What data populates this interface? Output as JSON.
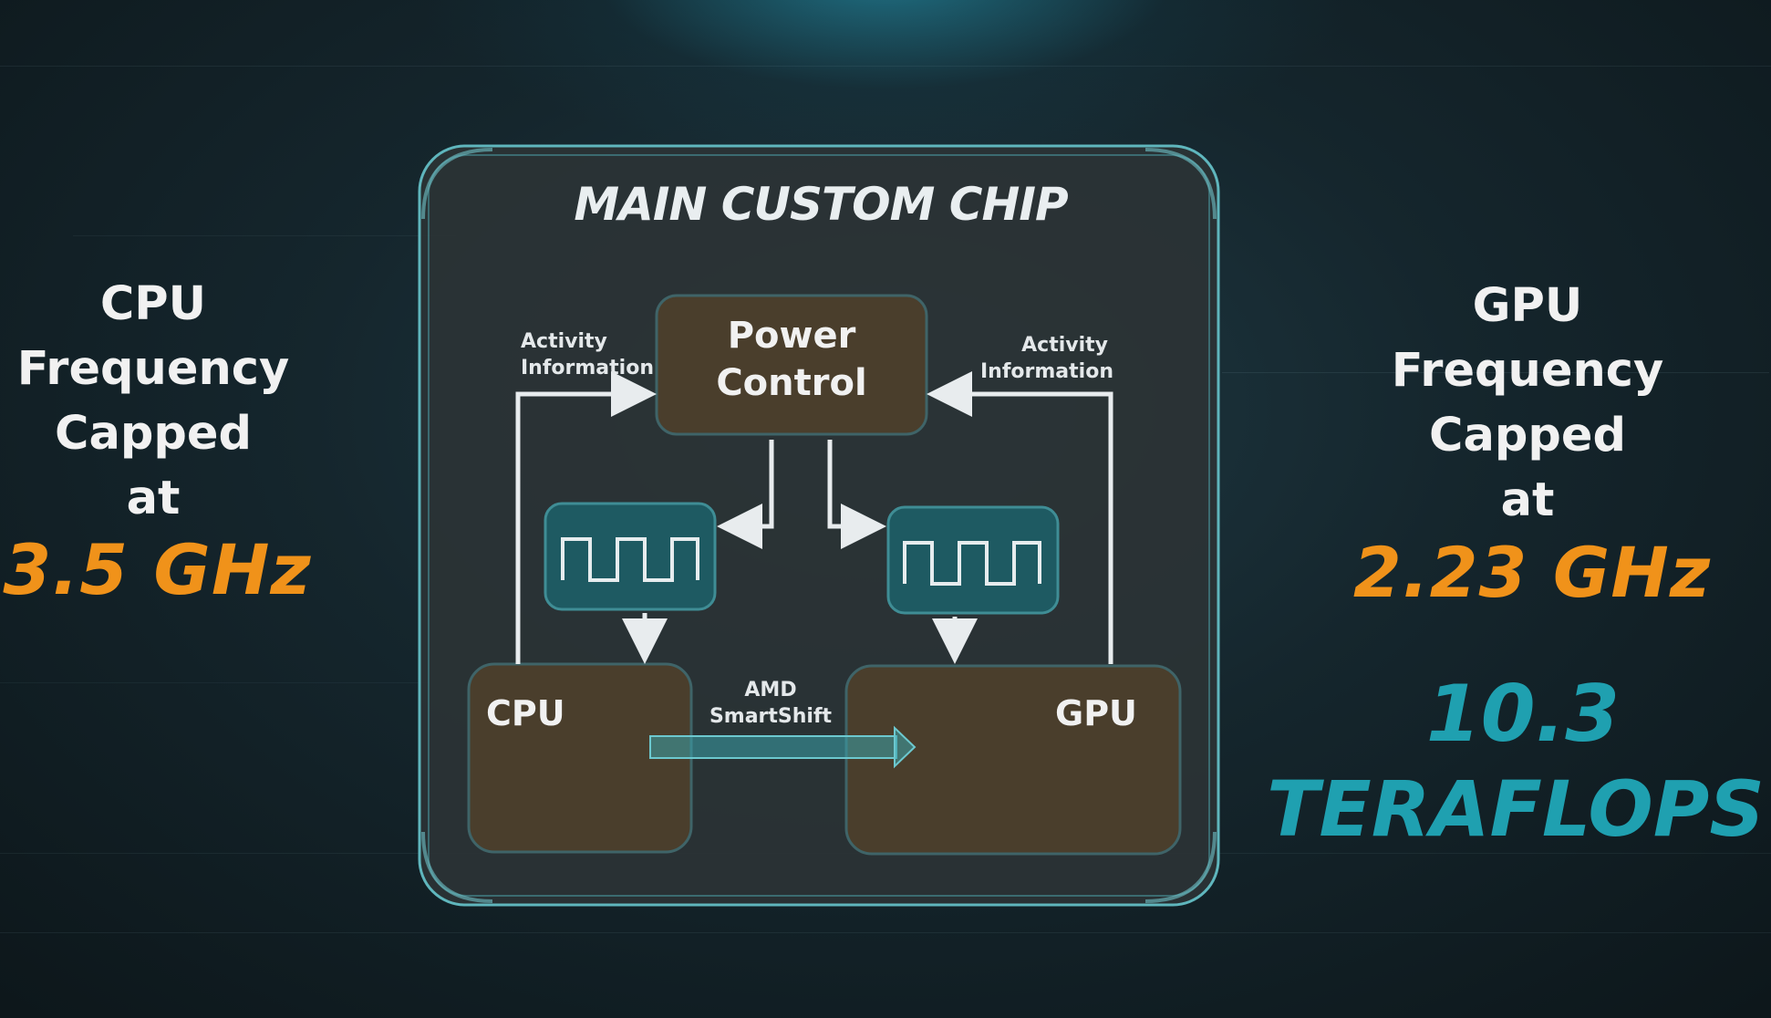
{
  "chip": {
    "title": "MAIN CUSTOM CHIP",
    "power_control": [
      "Power",
      "Control"
    ],
    "activity_left": [
      "Activity",
      "Information"
    ],
    "activity_right": [
      "Activity",
      "Information"
    ],
    "cpu_label": "CPU",
    "gpu_label": "GPU",
    "smartshift": [
      "AMD",
      "SmartShift"
    ]
  },
  "left": {
    "lines": [
      "CPU",
      "Frequency",
      "Capped",
      "at"
    ],
    "frequency": "3.5 GHz"
  },
  "right": {
    "lines": [
      "GPU",
      "Frequency",
      "Capped",
      "at"
    ],
    "frequency": "2.23 GHz",
    "teraflops": [
      "10.3",
      "TERAFLOPS"
    ]
  },
  "colors": {
    "orange": "#f0921a",
    "teal": "#1fa0b0",
    "box_brown": "#4a3e2c",
    "clock_teal": "#1e5a62"
  }
}
